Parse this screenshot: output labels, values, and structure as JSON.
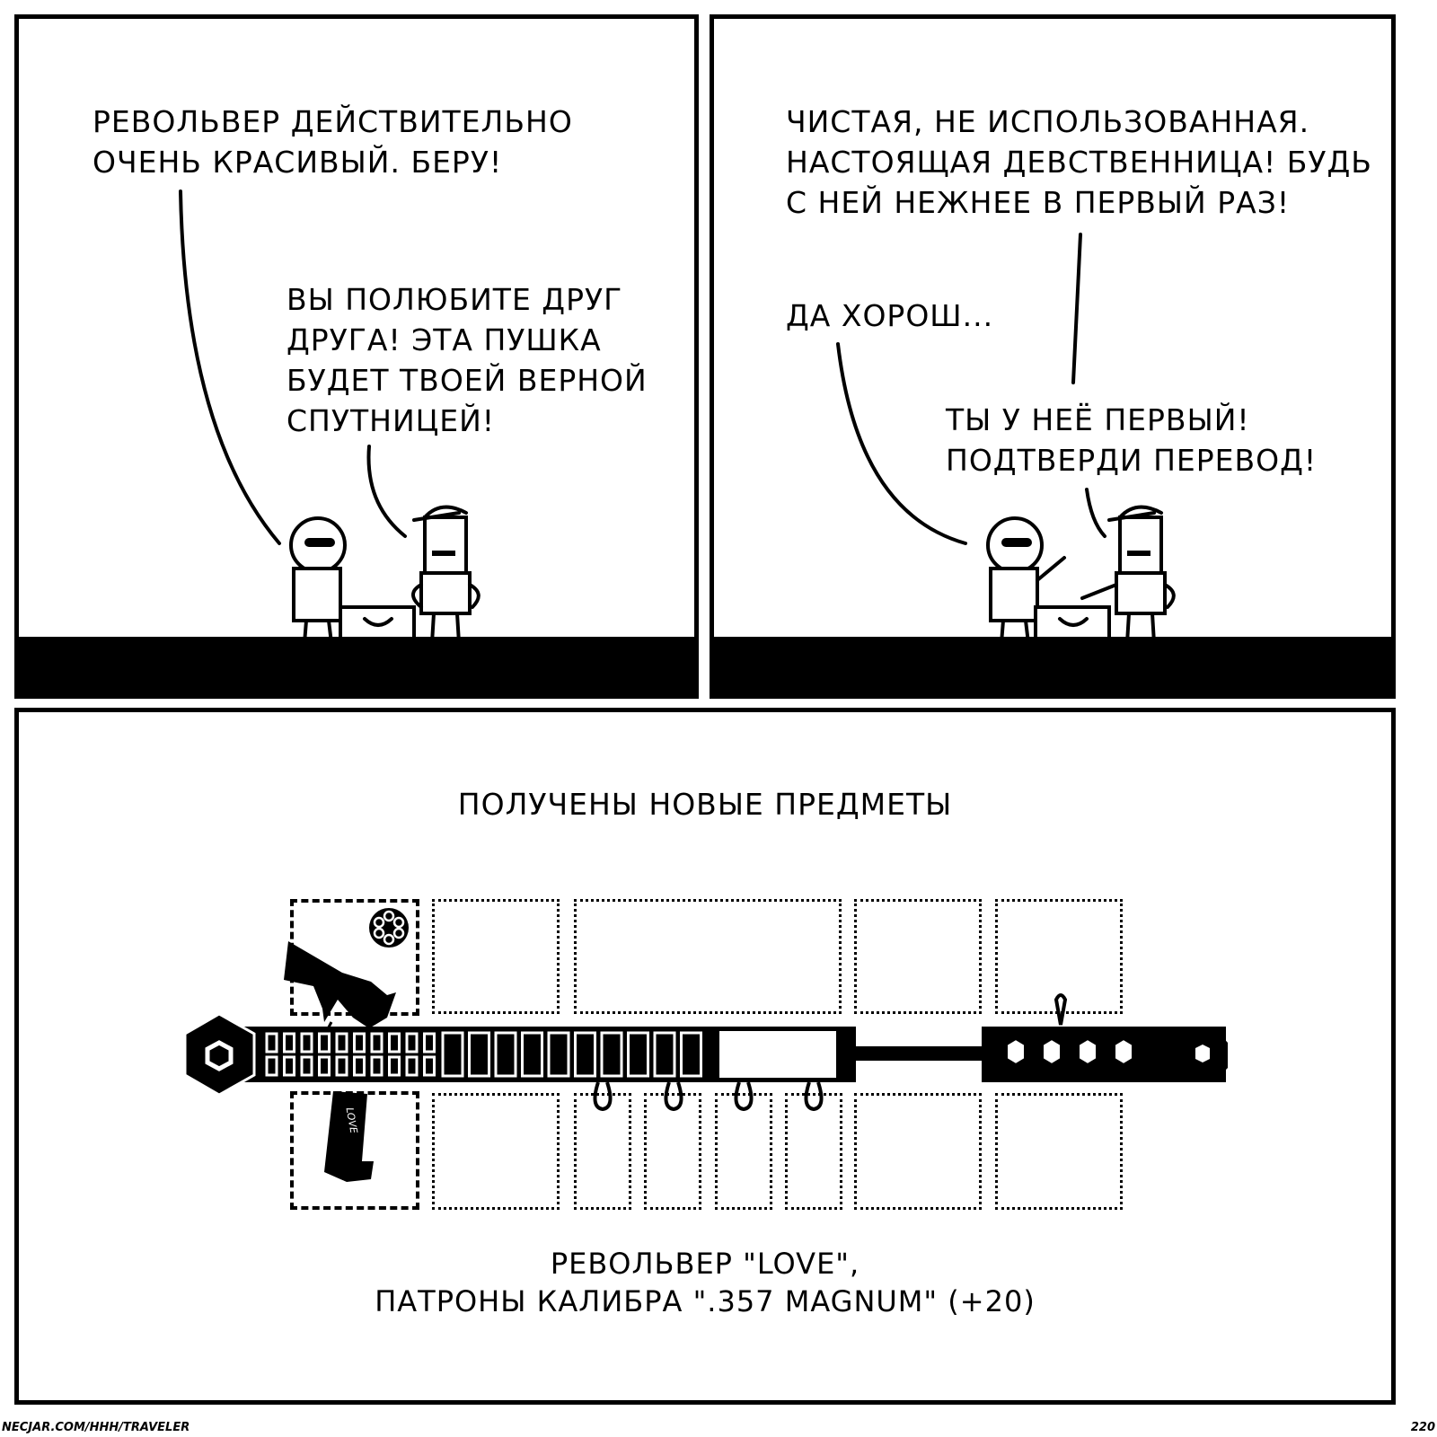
{
  "panel1": {
    "speech_customer": "РЕВОЛЬВЕР ДЕЙСТВИТЕЛЬНО\nОЧЕНЬ КРАСИВЫЙ. БЕРУ!",
    "speech_seller": "ВЫ ПОЛЮБИТЕ ДРУГ\nДРУГА! ЭТА ПУШКА\nБУДЕТ ТВОЕЙ ВЕРНОЙ\nСПУТНИЦЕЙ!"
  },
  "panel2": {
    "speech_seller_top": "ЧИСТАЯ, НЕ ИСПОЛЬЗОВАННАЯ.\nНАСТОЯЩАЯ ДЕВСТВЕННИЦА! БУДЬ\nС НЕЙ НЕЖНЕЕ В ПЕРВЫЙ РАЗ!",
    "speech_customer": "ДА ХОРОШ...",
    "speech_seller_bottom": "ТЫ У НЕЁ ПЕРВЫЙ!\nПОДТВЕРДИ ПЕРЕВОД!"
  },
  "panel3": {
    "heading": "ПОЛУЧЕНЫ НОВЫЕ ПРЕДМЕТЫ",
    "gun_engraving": "LOVE",
    "items_line1": "РЕВОЛЬВЕР \"LOVE\",",
    "items_line2": "ПАТРОНЫ КАЛИБРА \".357 MAGNUM\" (+20)"
  },
  "footer": {
    "site": "NECJAR.COM/HHH/TRAVELER",
    "page": "220"
  }
}
